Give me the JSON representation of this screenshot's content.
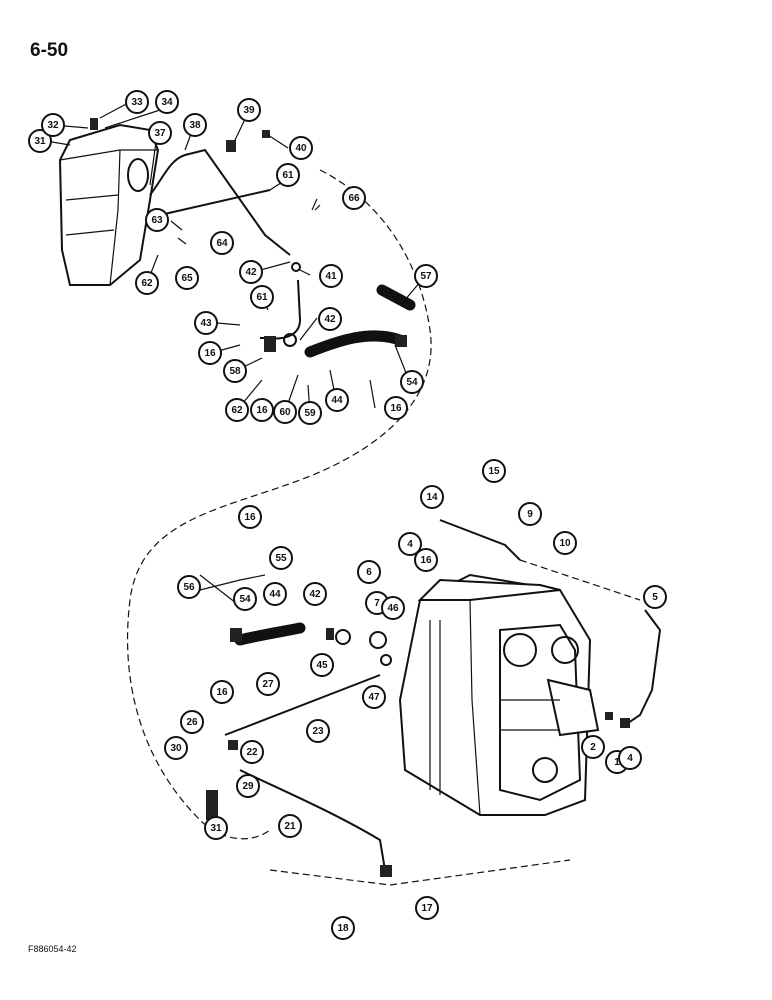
{
  "page": {
    "number": "6-50",
    "figure_code": "F886054-42"
  },
  "callouts": [
    "1",
    "2",
    "4",
    "4",
    "5",
    "6",
    "7",
    "9",
    "10",
    "14",
    "15",
    "16",
    "16",
    "16",
    "16",
    "16",
    "16",
    "17",
    "18",
    "21",
    "22",
    "23",
    "26",
    "27",
    "29",
    "30",
    "31",
    "31",
    "32",
    "33",
    "34",
    "37",
    "38",
    "39",
    "40",
    "41",
    "42",
    "42",
    "42",
    "43",
    "44",
    "44",
    "45",
    "46",
    "47",
    "54",
    "54",
    "55",
    "56",
    "57",
    "58",
    "59",
    "60",
    "61",
    "61",
    "62",
    "62",
    "63",
    "64",
    "65",
    "66"
  ]
}
